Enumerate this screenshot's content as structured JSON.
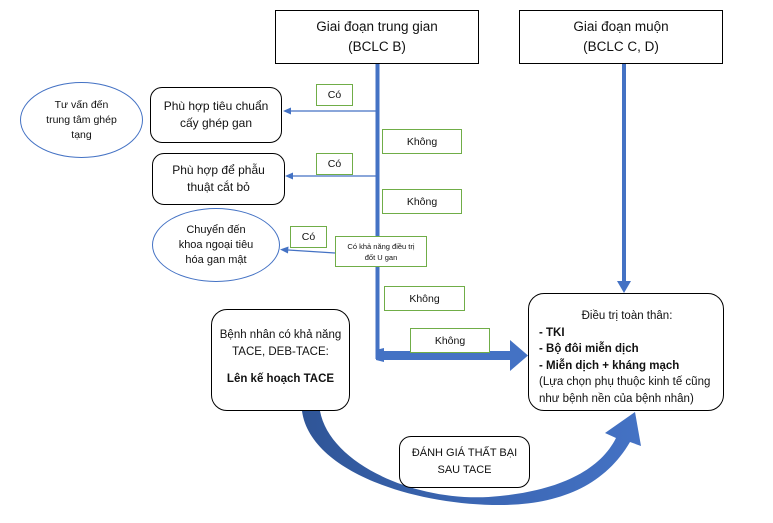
{
  "stages": {
    "intermediate": {
      "line1": "Giai đoạn trung gian",
      "line2": "(BCLC B)"
    },
    "late": {
      "line1": "Giai đoạn muộn",
      "line2": "(BCLC C, D)"
    }
  },
  "decisions": [
    {
      "line1": "Phù hợp tiêu chuẩn",
      "line2": "cấy ghép gan"
    },
    {
      "line1": "Phù hợp để phẫu",
      "line2": "thuật cắt bỏ"
    }
  ],
  "outcomes": [
    {
      "line1": "Tư vấn đến",
      "line2": "trung tâm ghép",
      "line3": "tạng"
    },
    {
      "line1": "Chuyển đến",
      "line2": "khoa ngoại tiêu",
      "line3": "hóa gan mật"
    }
  ],
  "labels": {
    "yes": [
      "Có",
      "Có",
      "Có"
    ],
    "no": [
      "Không",
      "Không",
      "Không",
      "Không"
    ],
    "ablation": {
      "line1": "Có khả năng điều trị",
      "line2": "đốt U gan"
    }
  },
  "tace": {
    "line1": "Bệnh nhân có khả năng",
    "line2": "TACE, DEB-TACE:",
    "plan": "Lên kế hoạch TACE"
  },
  "systemic": {
    "title": "Điều trị toàn thân:",
    "options": [
      "- TKI",
      "- Bộ đôi miễn dịch",
      "- Miễn dịch + kháng mạch"
    ],
    "note_line1": "(Lựa chọn phụ thuộc kinh tế cũng",
    "note_line2": "như bệnh nền của bệnh nhân)"
  },
  "failure": {
    "line1": "ĐÁNH GIÁ THẤT BẠI",
    "line2": "SAU TACE"
  },
  "colors": {
    "arrow_blue": "#4472c4",
    "tag_green": "#70ad47",
    "ellipse_blue": "#4472c4"
  }
}
